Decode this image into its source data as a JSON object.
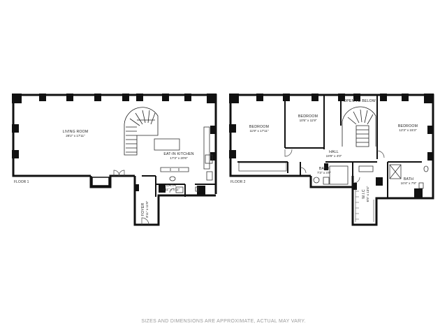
{
  "floor1": {
    "label": "FLOOR 1",
    "rooms": [
      {
        "id": "living-room",
        "name": "LIVING ROOM",
        "dims": "28'2\" x 17'11\""
      },
      {
        "id": "eat-in-kitchen",
        "name": "EAT-IN KITCHEN",
        "dims": "17'3\" x 20'8\""
      },
      {
        "id": "bath",
        "name": "BATH",
        "dims": "6'11\" x 4'11\""
      },
      {
        "id": "foyer",
        "name": "FOYER",
        "dims": "3'11\" x 11'6\""
      }
    ]
  },
  "floor2": {
    "label": "FLOOR 2",
    "rooms": [
      {
        "id": "bedroom-1",
        "name": "BEDROOM",
        "dims": "11'9\" x 17'11\""
      },
      {
        "id": "bedroom-2",
        "name": "BEDROOM",
        "dims": "10'5\" x 11'9\""
      },
      {
        "id": "open-to-below",
        "name": "OPEN TO BELOW",
        "dims": ""
      },
      {
        "id": "bedroom-3",
        "name": "BEDROOM",
        "dims": "12'3\" x 15'3\""
      },
      {
        "id": "hall",
        "name": "HALL",
        "dims": "19'9\" x 4'0\""
      },
      {
        "id": "bath-1",
        "name": "BATH",
        "dims": "7'3\" x 4'9\""
      },
      {
        "id": "wic",
        "name": "W.I.C",
        "dims": "6'5\" x 13'4\""
      },
      {
        "id": "bath-2",
        "name": "BATH",
        "dims": "10'4\" x 7'8\""
      }
    ]
  },
  "disclaimer": "SIZES AND DIMENSIONS ARE APPROXIMATE, ACTUAL MAY VARY."
}
